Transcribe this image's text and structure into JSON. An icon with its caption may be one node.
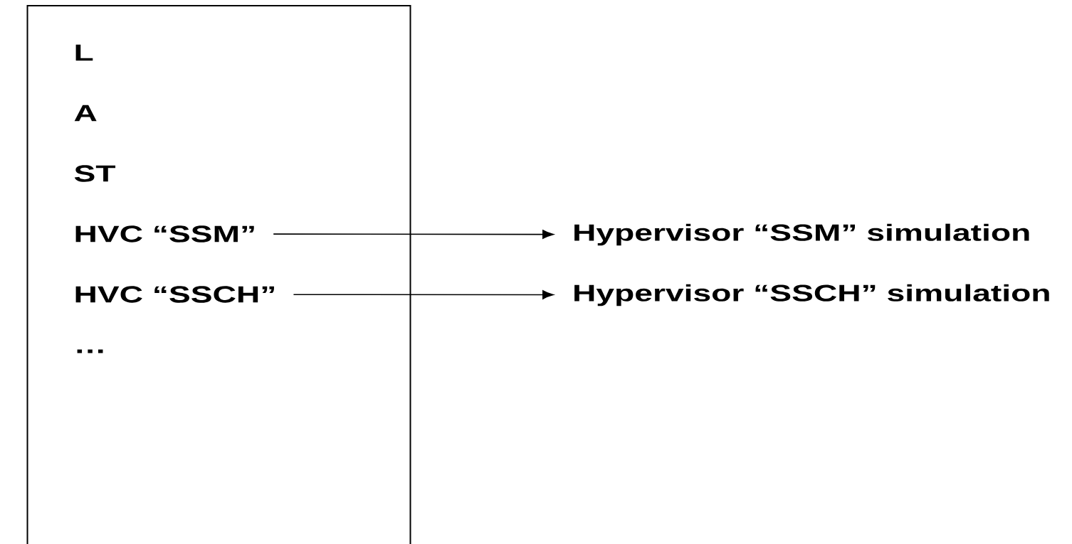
{
  "diagram": {
    "nodes": [
      {
        "text": [],
        "shape": "box"
      },
      {
        "text": [
          "L"
        ],
        "in": 0
      },
      {
        "text": [
          "A"
        ],
        "in": 0
      },
      {
        "text": [
          "ST"
        ],
        "in": 0
      },
      {
        "text": [
          "HVC “SSM”"
        ],
        "in": 0
      },
      {
        "text": [
          "HVC “SSCH”"
        ],
        "in": 0
      },
      {
        "text": [
          "…"
        ],
        "in": 0
      },
      {
        "text": [
          "Hypervisor “SSM” simulation"
        ]
      },
      {
        "text": [
          "Hypervisor “SSCH” simulation"
        ]
      }
    ],
    "edges": [
      {
        "from": 4,
        "to": 7,
        "arrow": "to"
      },
      {
        "from": 5,
        "to": 8,
        "arrow": "to"
      }
    ]
  }
}
